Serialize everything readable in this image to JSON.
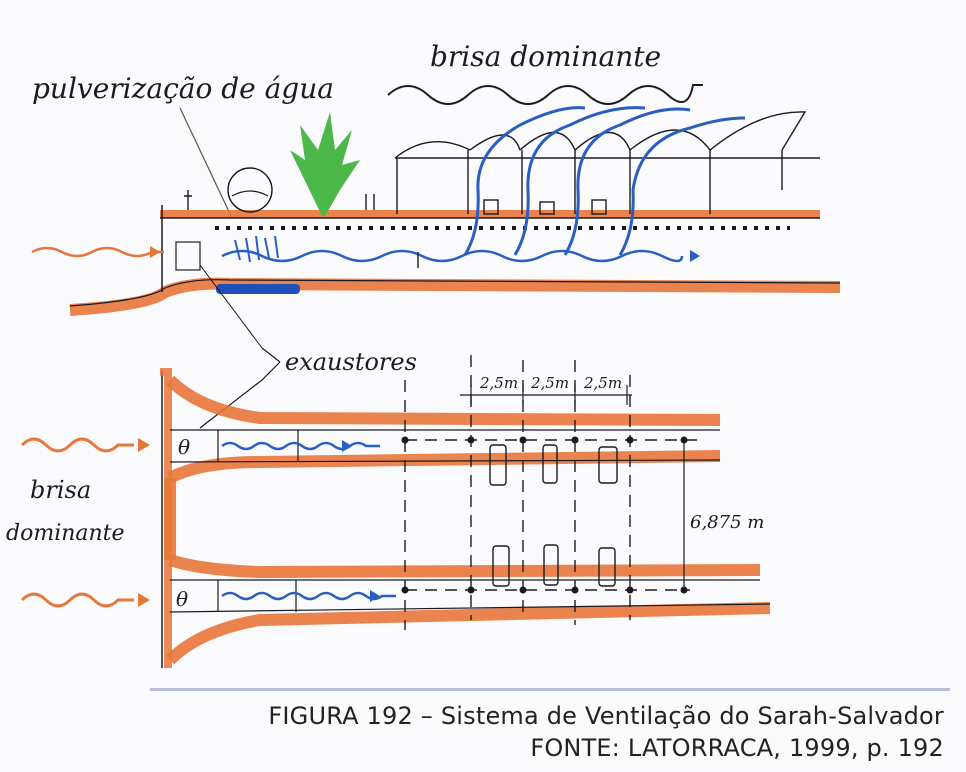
{
  "diagram": {
    "section_view": {
      "labels": {
        "water_spray": "pulverização de água",
        "prevailing_breeze_top": "brisa dominante"
      }
    },
    "plan_view": {
      "labels": {
        "exhausters": "exaustores",
        "prevailing_breeze_left_line1": "brisa",
        "prevailing_breeze_left_line2": "dominante",
        "spacing_1": "2,5m",
        "spacing_2": "2,5m",
        "spacing_3": "2,5m",
        "width_dimension": "6,875 m"
      }
    },
    "colors": {
      "earth_orange": "#e8753a",
      "air_blue": "#2a5fc0",
      "water_blue": "#1f4fb8",
      "vegetation_green": "#4cb84a",
      "ink": "#1a1a22",
      "separator": "#b9bdd8"
    }
  },
  "caption": {
    "title": "FIGURA 192 – Sistema de Ventilação do Sarah-Salvador",
    "source": "FONTE:  LATORRACA, 1999, p. 192"
  }
}
